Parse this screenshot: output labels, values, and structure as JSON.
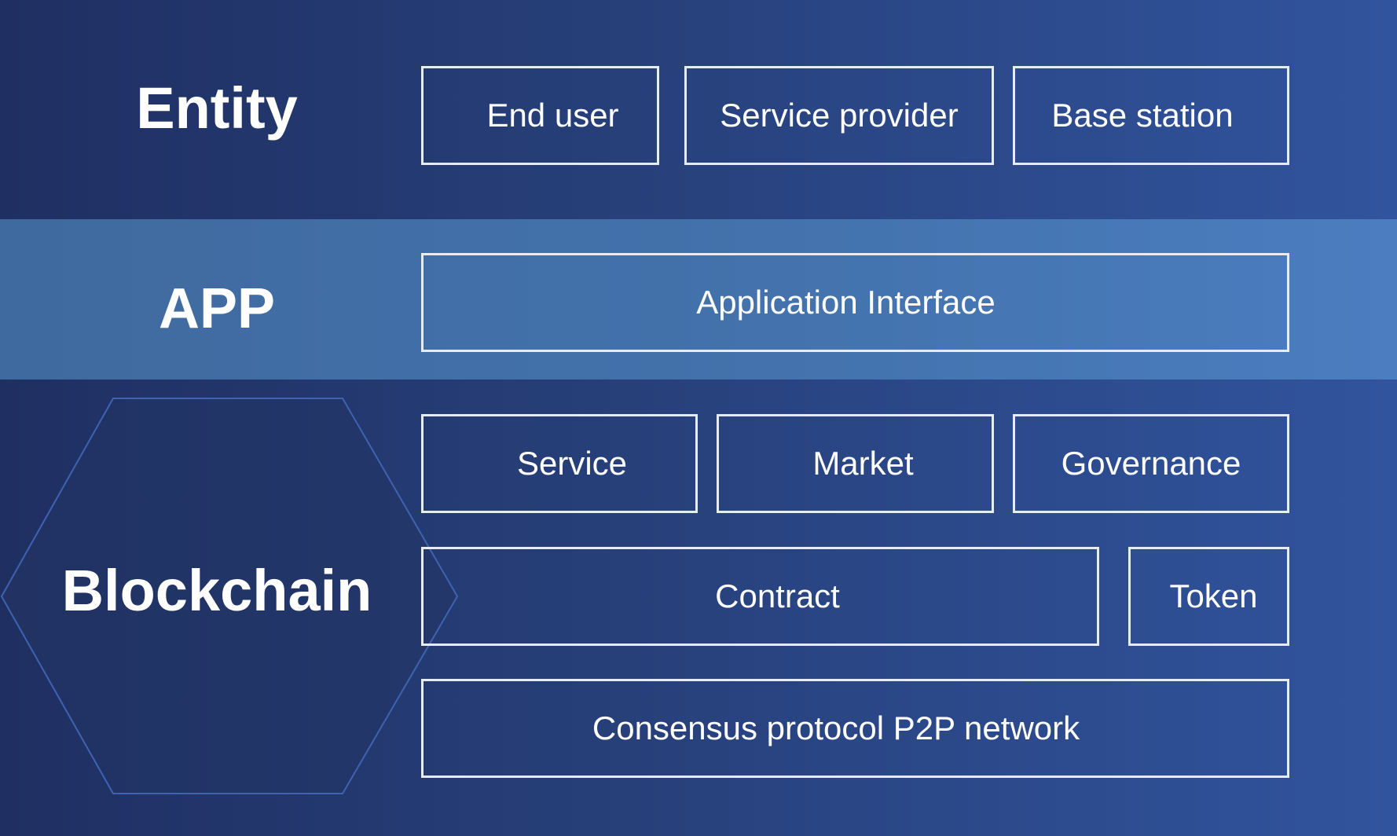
{
  "layers": {
    "entity": {
      "title": "Entity",
      "boxes": [
        "End user",
        "Service provider",
        "Base station"
      ]
    },
    "app": {
      "title": "APP",
      "boxes": [
        "Application Interface"
      ]
    },
    "blockchain": {
      "title": "Blockchain",
      "boxes": [
        "Service",
        "Market",
        "Governance",
        "Contract",
        "Token",
        "Consensus protocol P2P network"
      ]
    }
  },
  "colors": {
    "background_left": "#1f2f62",
    "background_right": "#31549e",
    "app_band": "#4372ac",
    "box_border": "#e6ecf6",
    "hexagon_stroke": "#3f63b0",
    "text": "#ffffff"
  }
}
